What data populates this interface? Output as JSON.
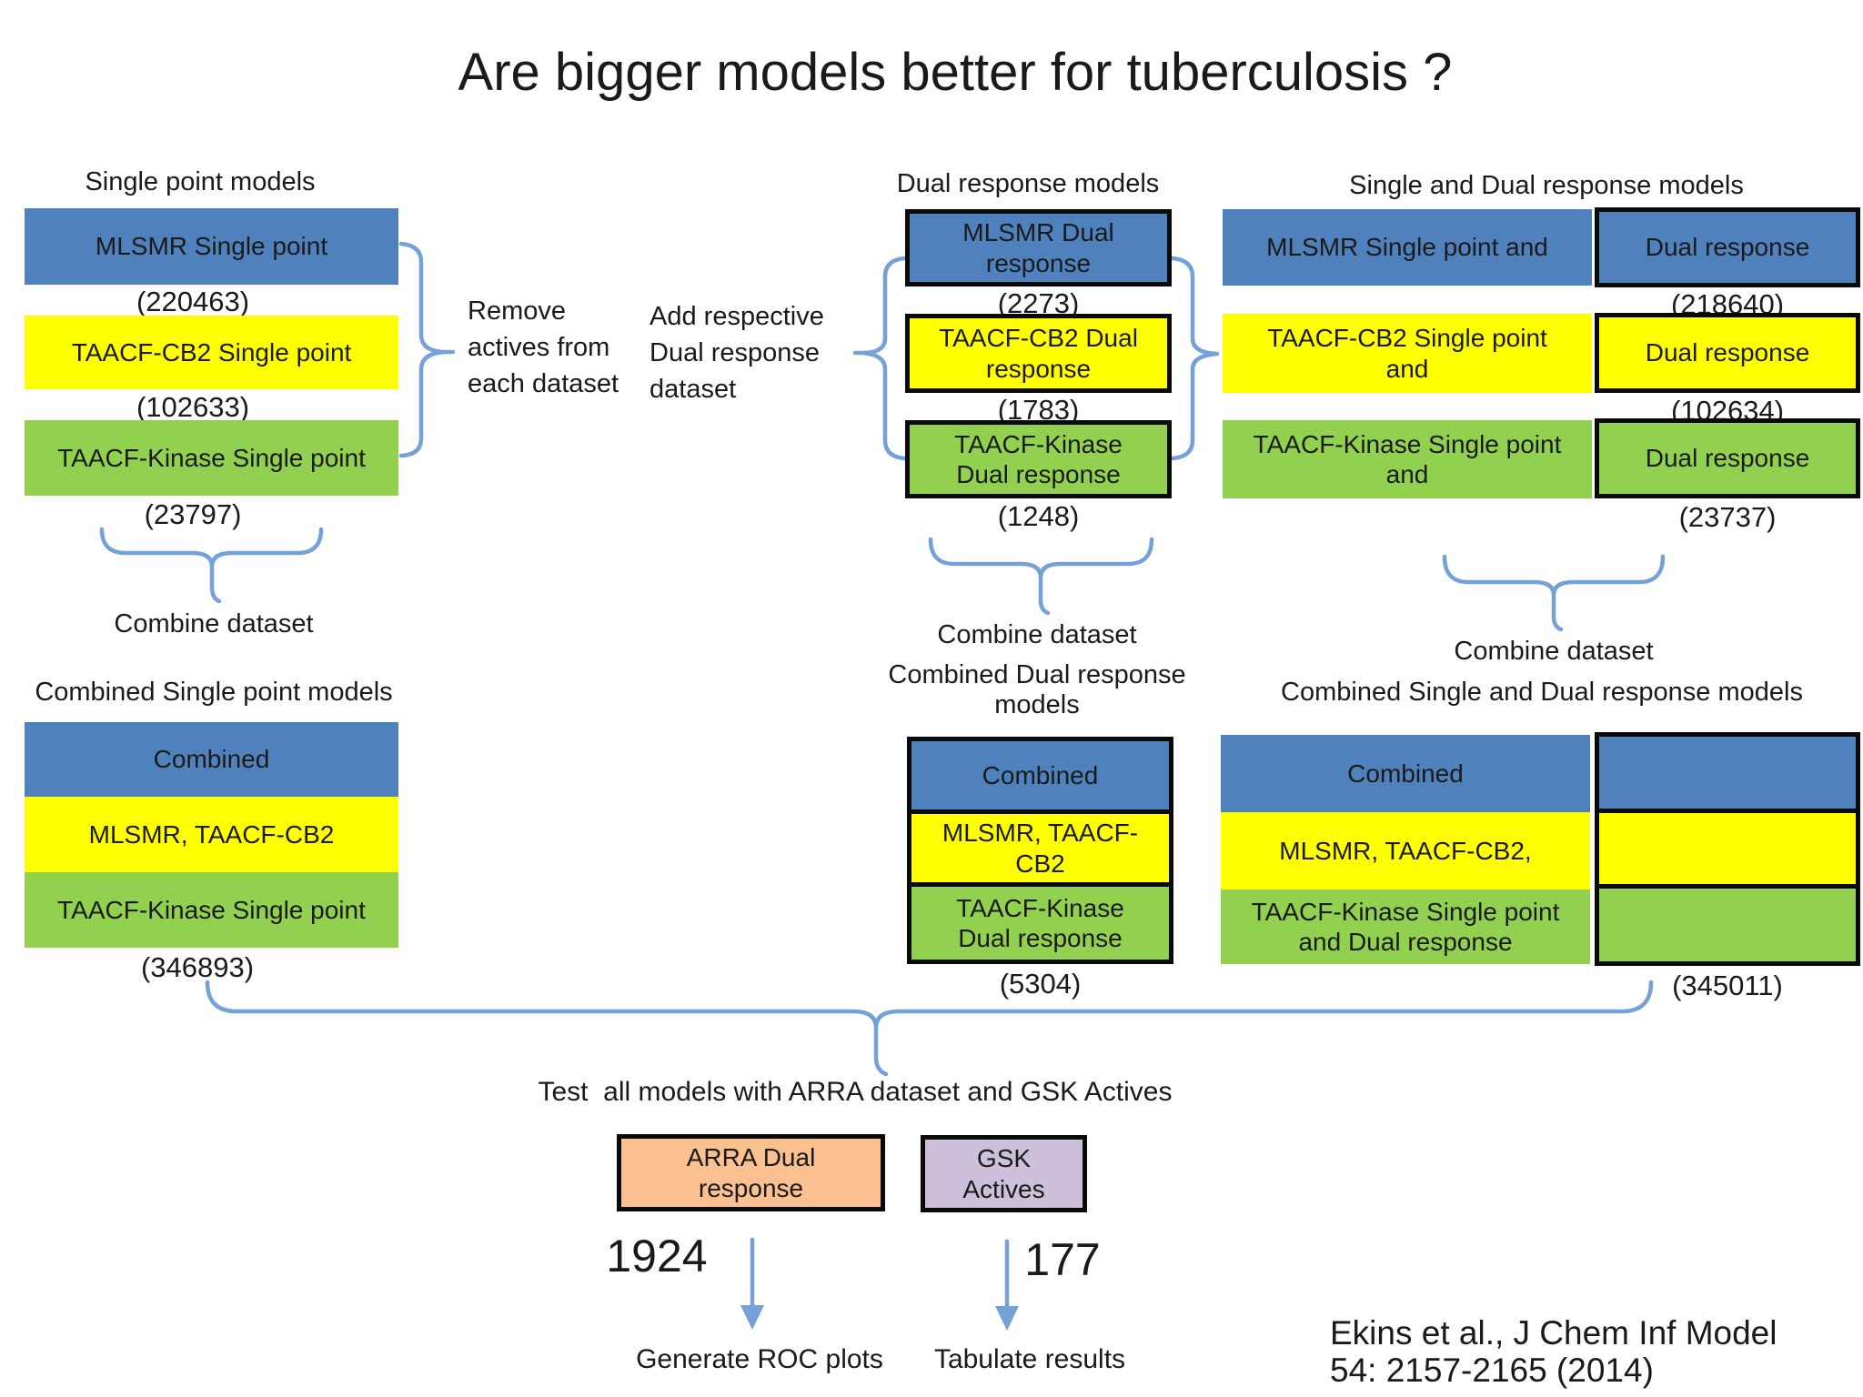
{
  "title": "Are bigger models better for tuberculosis ?",
  "palette": {
    "blue": "#4F81BD",
    "yellow": "#FFFF00",
    "green": "#92D050",
    "orange": "#FAC090",
    "purple": "#CCC0DA",
    "connector_blue": "#74A1D8"
  },
  "annotations": {
    "remove_actives": "Remove\nactives from\neach dataset",
    "add_respective": "Add respective\nDual response\ndataset"
  },
  "col_single": {
    "header": "Single point models",
    "boxes": [
      {
        "label": "MLSMR Single point",
        "count": "(220463)",
        "color": "blue"
      },
      {
        "label": "TAACF-CB2 Single point",
        "count": "(102633)",
        "color": "yellow"
      },
      {
        "label": "TAACF-Kinase Single point",
        "count": "(23797)",
        "color": "green"
      }
    ],
    "combine_label": "Combine dataset",
    "combined_header": "Combined Single point models",
    "combined_rows": [
      "Combined",
      "MLSMR, TAACF-CB2",
      "TAACF-Kinase Single point"
    ],
    "combined_count": "(346893)"
  },
  "col_dual": {
    "header": "Dual response models",
    "boxes": [
      {
        "label": "MLSMR Dual\nresponse",
        "count": "(2273)",
        "color": "blue"
      },
      {
        "label": "TAACF-CB2 Dual\nresponse",
        "count": "(1783)",
        "color": "yellow"
      },
      {
        "label": "TAACF-Kinase\nDual response",
        "count": "(1248)",
        "color": "green"
      }
    ],
    "combine_label": "Combine dataset",
    "combined_header": "Combined Dual response\nmodels",
    "combined_rows": [
      "Combined",
      "MLSMR, TAACF-\nCB2",
      "TAACF-Kinase\nDual response"
    ],
    "combined_count": "(5304)"
  },
  "col_single_dual": {
    "header": "Single and Dual response models",
    "rows": [
      {
        "left": "MLSMR Single point and",
        "right": "Dual response",
        "count": "(218640)"
      },
      {
        "left": "TAACF-CB2 Single point\nand",
        "right": "Dual response",
        "count": "(102634)"
      },
      {
        "left": "TAACF-Kinase Single point\nand",
        "right": "Dual response",
        "count": "(23737)"
      }
    ],
    "combine_label": "Combine dataset",
    "combined_header": "Combined Single and Dual response models",
    "combined_rows": [
      "Combined",
      "MLSMR, TAACF-CB2,",
      "TAACF-Kinase Single point\nand Dual response"
    ],
    "combined_count": "(345011)"
  },
  "test": {
    "label": "Test  all models with ARRA dataset and GSK Actives",
    "arra_box": "ARRA Dual\nresponse",
    "gsk_box": "GSK\nActives",
    "arra_count": "1924",
    "gsk_count": "177",
    "arra_action": "Generate ROC plots",
    "gsk_action": "Tabulate results"
  },
  "citation": "Ekins et al., J Chem Inf Model\n54: 2157-2165 (2014)"
}
